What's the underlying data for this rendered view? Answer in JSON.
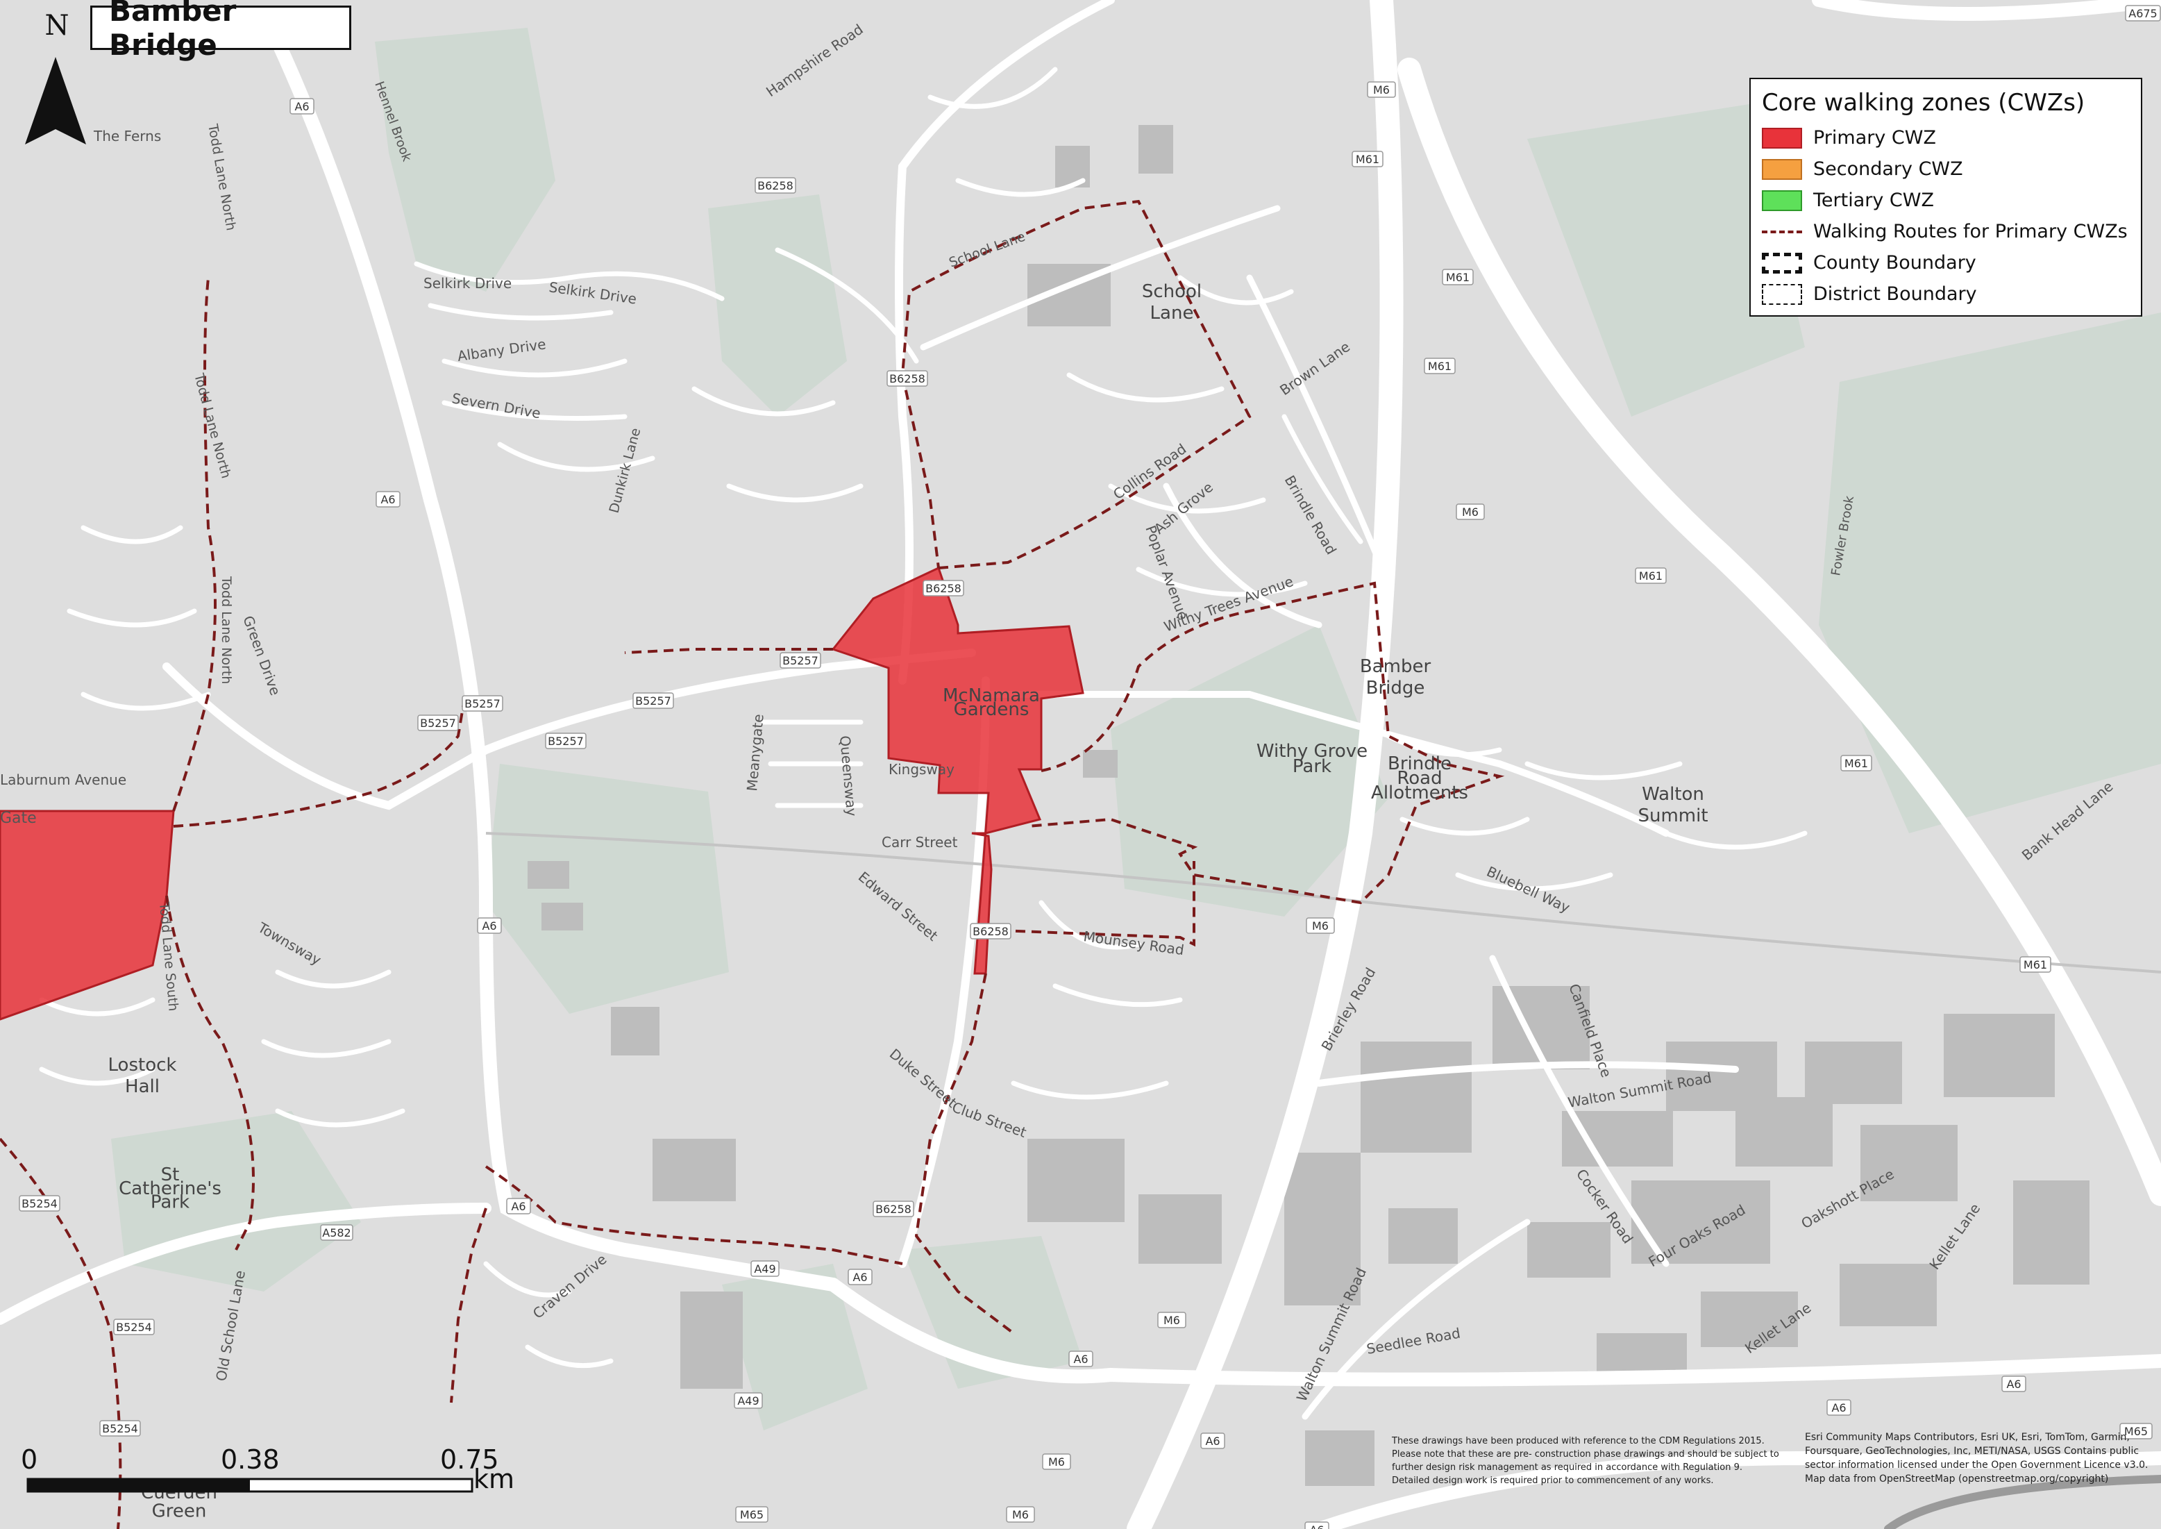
{
  "title": "Bamber Bridge",
  "north_arrow": {
    "letter": "N"
  },
  "legend": {
    "title": "Core walking zones (CWZs)",
    "items": [
      {
        "label": "Primary CWZ",
        "fill": "#e8333a",
        "stroke": "#b01e24",
        "style": "fill"
      },
      {
        "label": "Secondary CWZ",
        "fill": "#f5a040",
        "stroke": "#c07020",
        "style": "fill"
      },
      {
        "label": "Tertiary CWZ",
        "fill": "#5ee05a",
        "stroke": "#2e9a2a",
        "style": "fill"
      },
      {
        "label": "Walking Routes for Primary CWZs",
        "stroke": "#7a1a1a",
        "style": "dashed-line"
      },
      {
        "label": "County Boundary",
        "stroke": "#111111",
        "style": "thick-dashed-box"
      },
      {
        "label": "District Boundary",
        "stroke": "#111111",
        "style": "thin-dashed-box"
      }
    ]
  },
  "scale_bar": {
    "ticks": [
      "0",
      "0.38",
      "0.75"
    ],
    "unit": "km"
  },
  "colors": {
    "background": "#dedede",
    "road": "#ffffff",
    "green": "#cfd9d2",
    "building": "#bdbdbd",
    "primary_cwz": "#e8333a",
    "walking_route": "#7a1a1a"
  },
  "place_names": [
    "School\nLane",
    "Bamber\nBridge",
    "Walton\nSummit",
    "Lostock\nHall",
    "Withy Grove\nPark",
    "Brindle\nRoad\nAllotments",
    "McNamara\nGardens",
    "St\nCatherine's\nPark",
    "Cuerden\nGreen",
    "The Ferns"
  ],
  "road_names": [
    "Hampshire Road",
    "School Lane",
    "Selkirk Drive",
    "Selkirk Drive",
    "Albany Drive",
    "Severn Drive",
    "Todd Lane North",
    "Todd Lane North",
    "Todd Lane North",
    "Dunkirk Lane",
    "Collins Road",
    "Brown Lane",
    "Brindle Road",
    "Poplar Avenue",
    "Ash Grove",
    "Withy Trees Avenue",
    "Green Drive",
    "Laburnum Avenue",
    "Meanygate",
    "Queensway",
    "Kingsway",
    "Carr Street",
    "Edward Street",
    "Mounsey Road",
    "Townsway",
    "Duke Street",
    "Club Street",
    "Craven Drive",
    "Old School Lane",
    "Brierley Road",
    "Canfield Place",
    "Walton Summit Road",
    "Walton Summit Road",
    "Cocker Road",
    "Four Oaks Road",
    "Oakshott Place",
    "Kellet Lane",
    "Kellet Lane",
    "Seedlee Road",
    "Bluebell Way",
    "Bank Head Lane",
    "Fowler Brook",
    "Hennel Brook",
    "Todd Lane South",
    "Gate"
  ],
  "road_shields": [
    "A675",
    "M6",
    "M61",
    "M61",
    "M61",
    "M6",
    "M61",
    "M61",
    "M61",
    "M6",
    "M6",
    "M6",
    "M6",
    "M65",
    "M65",
    "A6",
    "A6",
    "A6",
    "A6",
    "A6",
    "A6",
    "A6",
    "A6",
    "A6",
    "A6",
    "B6258",
    "B6258",
    "B6258",
    "B6258",
    "B6258",
    "B5257",
    "B5257",
    "B5257",
    "B5257",
    "B5257",
    "B5254",
    "B5254",
    "B5254",
    "A582",
    "A49",
    "A49"
  ],
  "disclaimer": "These drawings have been produced with reference to the CDM Regulations 2015. Please note that these are pre- construction phase drawings and should be subject to further design risk management as required in accordance with Regulation 9. Detailed design work is required prior to commencement of any works.",
  "attribution": "Esri Community Maps Contributors, Esri UK, Esri, TomTom, Garmin, Foursquare, GeoTechnologies, Inc, METI/NASA, USGS Contains public sector information licensed under the Open Government Licence v3.0. Map data from OpenStreetMap (openstreetmap.org/copyright)"
}
